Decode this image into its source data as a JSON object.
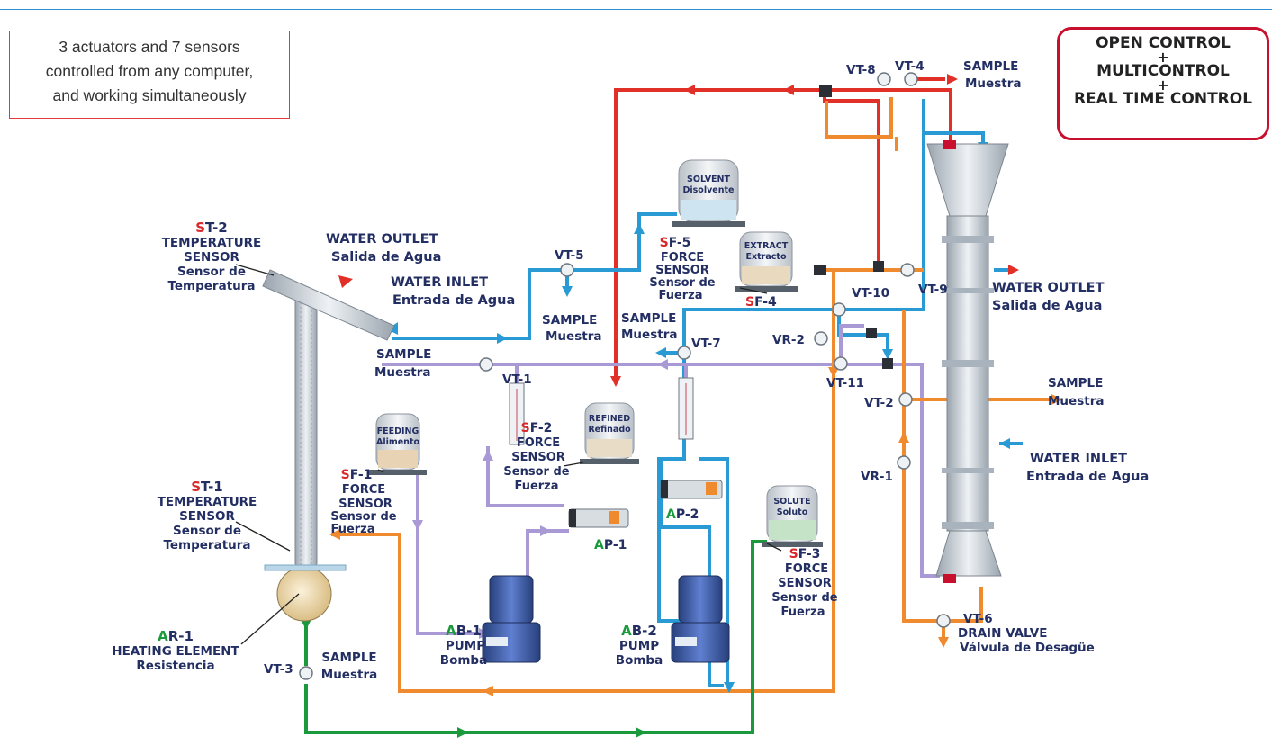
{
  "note": {
    "lines": [
      "3 actuators and 7 sensors",
      "controlled from any computer,",
      "and working simultaneously"
    ]
  },
  "modes": [
    "OPEN CONTROL",
    "+",
    "MULTICONTROL",
    "+",
    "REAL TIME CONTROL"
  ],
  "colors": {
    "hot_water": "#e03028",
    "cold_water": "#2a9ad4",
    "feed": "#a99ad6",
    "extract": "#ef8a2e",
    "solute": "#1a9a3c",
    "label_navy": "#232f63",
    "sensor_red": "#d8282c",
    "actuator_green": "#1a9a3c"
  },
  "labels": {
    "st2": {
      "code": "ST-2",
      "l1": "TEMPERATURE",
      "l2": "SENSOR",
      "l3": "Sensor de",
      "l4": "Temperatura"
    },
    "st1": {
      "code": "ST-1",
      "l1": "TEMPERATURE",
      "l2": "SENSOR",
      "l3": "Sensor de",
      "l4": "Temperatura"
    },
    "ar1": {
      "code": "AR-1",
      "l1": "HEATING ELEMENT",
      "l2": "Resistencia"
    },
    "vt3": "VT-3",
    "sample_vt3": {
      "l1": "SAMPLE",
      "l2": "Muestra"
    },
    "water_outlet_left": {
      "l1": "WATER OUTLET",
      "l2": "Salida de Agua"
    },
    "water_inlet_left": {
      "l1": "WATER INLET",
      "l2": "Entrada de Agua"
    },
    "sample_left": {
      "l1": "SAMPLE",
      "l2": "Muestra"
    },
    "vt1": "VT-1",
    "vt5": "VT-5",
    "sample_vt5": {
      "l1": "SAMPLE",
      "l2": "Muestra"
    },
    "sample_vt7": {
      "l1": "SAMPLE",
      "l2": "Muestra"
    },
    "vt7": "VT-7",
    "sf1": {
      "code": "SF-1",
      "l1": "FORCE",
      "l2": "SENSOR",
      "l3": "Sensor de",
      "l4": "Fuerza"
    },
    "sf2": {
      "code": "SF-2",
      "l1": "FORCE",
      "l2": "SENSOR",
      "l3": "Sensor de",
      "l4": "Fuerza"
    },
    "sf3": {
      "code": "SF-3",
      "l1": "FORCE",
      "l2": "SENSOR",
      "l3": "Sensor de",
      "l4": "Fuerza"
    },
    "sf4": {
      "code": "SF-4"
    },
    "sf5": {
      "code": "SF-5",
      "l1": "FORCE",
      "l2": "SENSOR",
      "l3": "Sensor de",
      "l4": "Fuerza"
    },
    "ap1": "AP-1",
    "ap2": "AP-2",
    "ab1": {
      "code": "AB-1",
      "l1": "PUMP",
      "l2": "Bomba"
    },
    "ab2": {
      "code": "AB-2",
      "l1": "PUMP",
      "l2": "Bomba"
    },
    "tank_feeding": {
      "l1": "FEEDING",
      "l2": "Alimento"
    },
    "tank_refined": {
      "l1": "REFINED",
      "l2": "Refinado"
    },
    "tank_solvent": {
      "l1": "SOLVENT",
      "l2": "Disolvente"
    },
    "tank_extract": {
      "l1": "EXTRACT",
      "l2": "Extracto"
    },
    "tank_solute": {
      "l1": "SOLUTE",
      "l2": "Soluto"
    },
    "vt8": "VT-8",
    "vt4": "VT-4",
    "sample_top": {
      "l1": "SAMPLE",
      "l2": "Muestra"
    },
    "vt10": "VT-10",
    "vt9": "VT-9",
    "vr2": "VR-2",
    "vt11": "VT-11",
    "vt2": "VT-2",
    "vr1": "VR-1",
    "water_outlet_right": {
      "l1": "WATER OUTLET",
      "l2": "Salida de Agua"
    },
    "sample_right": {
      "l1": "SAMPLE",
      "l2": "Muestra"
    },
    "water_inlet_right": {
      "l1": "WATER INLET",
      "l2": "Entrada de Agua"
    },
    "vt6": {
      "code": "VT-6",
      "l1": "DRAIN VALVE",
      "l2": "Válvula de Desagüe"
    }
  }
}
